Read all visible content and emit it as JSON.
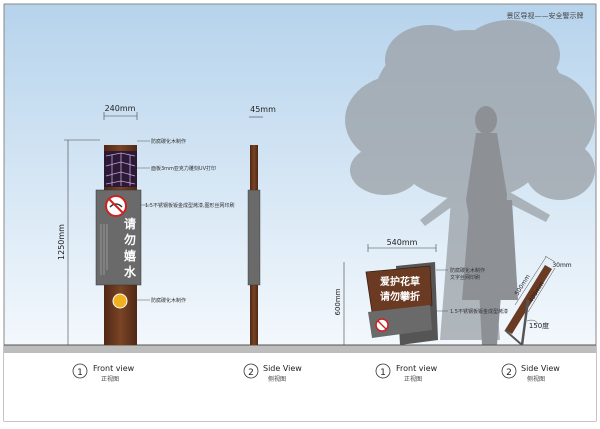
{
  "header": {
    "title": "景区导视——安全警示牌"
  },
  "dimensions": {
    "post_width": "240mm",
    "side_depth": "45mm",
    "post_height": "1250mm",
    "sign_width": "540mm",
    "sign_height": "600mm",
    "side_height": "400mm",
    "side_width": "500mm",
    "side_top": "30mm",
    "angle": "150度"
  },
  "callouts": {
    "c1": "防腐碳化木制作",
    "c2": "面板3mm亚克力雕刻UV打印",
    "c3": "1.5不锈钢板钣金成型烤漆,图形丝网印刷",
    "c4": "防腐碳化木制作",
    "c5": "防腐碳化木制作",
    "c6": "文字丝网印刷",
    "c7": "1.5不锈钢板钣金成型烤漆"
  },
  "sign1": {
    "chars": [
      "请",
      "勿",
      "嬉",
      "水"
    ]
  },
  "sign2": {
    "line1": "爱护花草",
    "line2": "请勿攀折"
  },
  "views": [
    {
      "num": "1",
      "en": "Front view",
      "cn": "正视图"
    },
    {
      "num": "2",
      "en": "Side View",
      "cn": "侧视图"
    },
    {
      "num": "1",
      "en": "Front view",
      "cn": "正视图"
    },
    {
      "num": "2",
      "en": "Side View",
      "cn": "侧视图"
    }
  ],
  "colors": {
    "wood": "#6b3a22",
    "panel": "#6a6a6a",
    "ground": "#bdbdbd",
    "sky_top": "#b6d3ec"
  }
}
